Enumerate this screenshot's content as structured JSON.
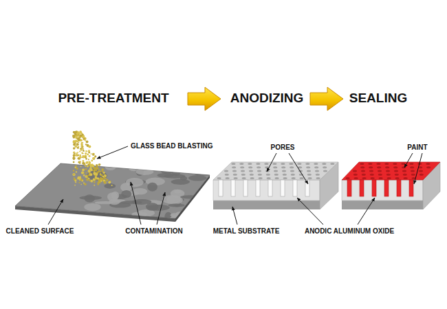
{
  "diagram": {
    "labels": [
      "PRE-TREATMENT",
      "ANODIZING",
      "SEALING",
      "GLASS BEAD BLASTING",
      "PORES",
      "PAINT",
      "CLEANED SURFACE",
      "CONTAMINATION",
      "METAL SUBSTRATE",
      "ANODIC ALUMINUM OXIDE"
    ]
  }
}
